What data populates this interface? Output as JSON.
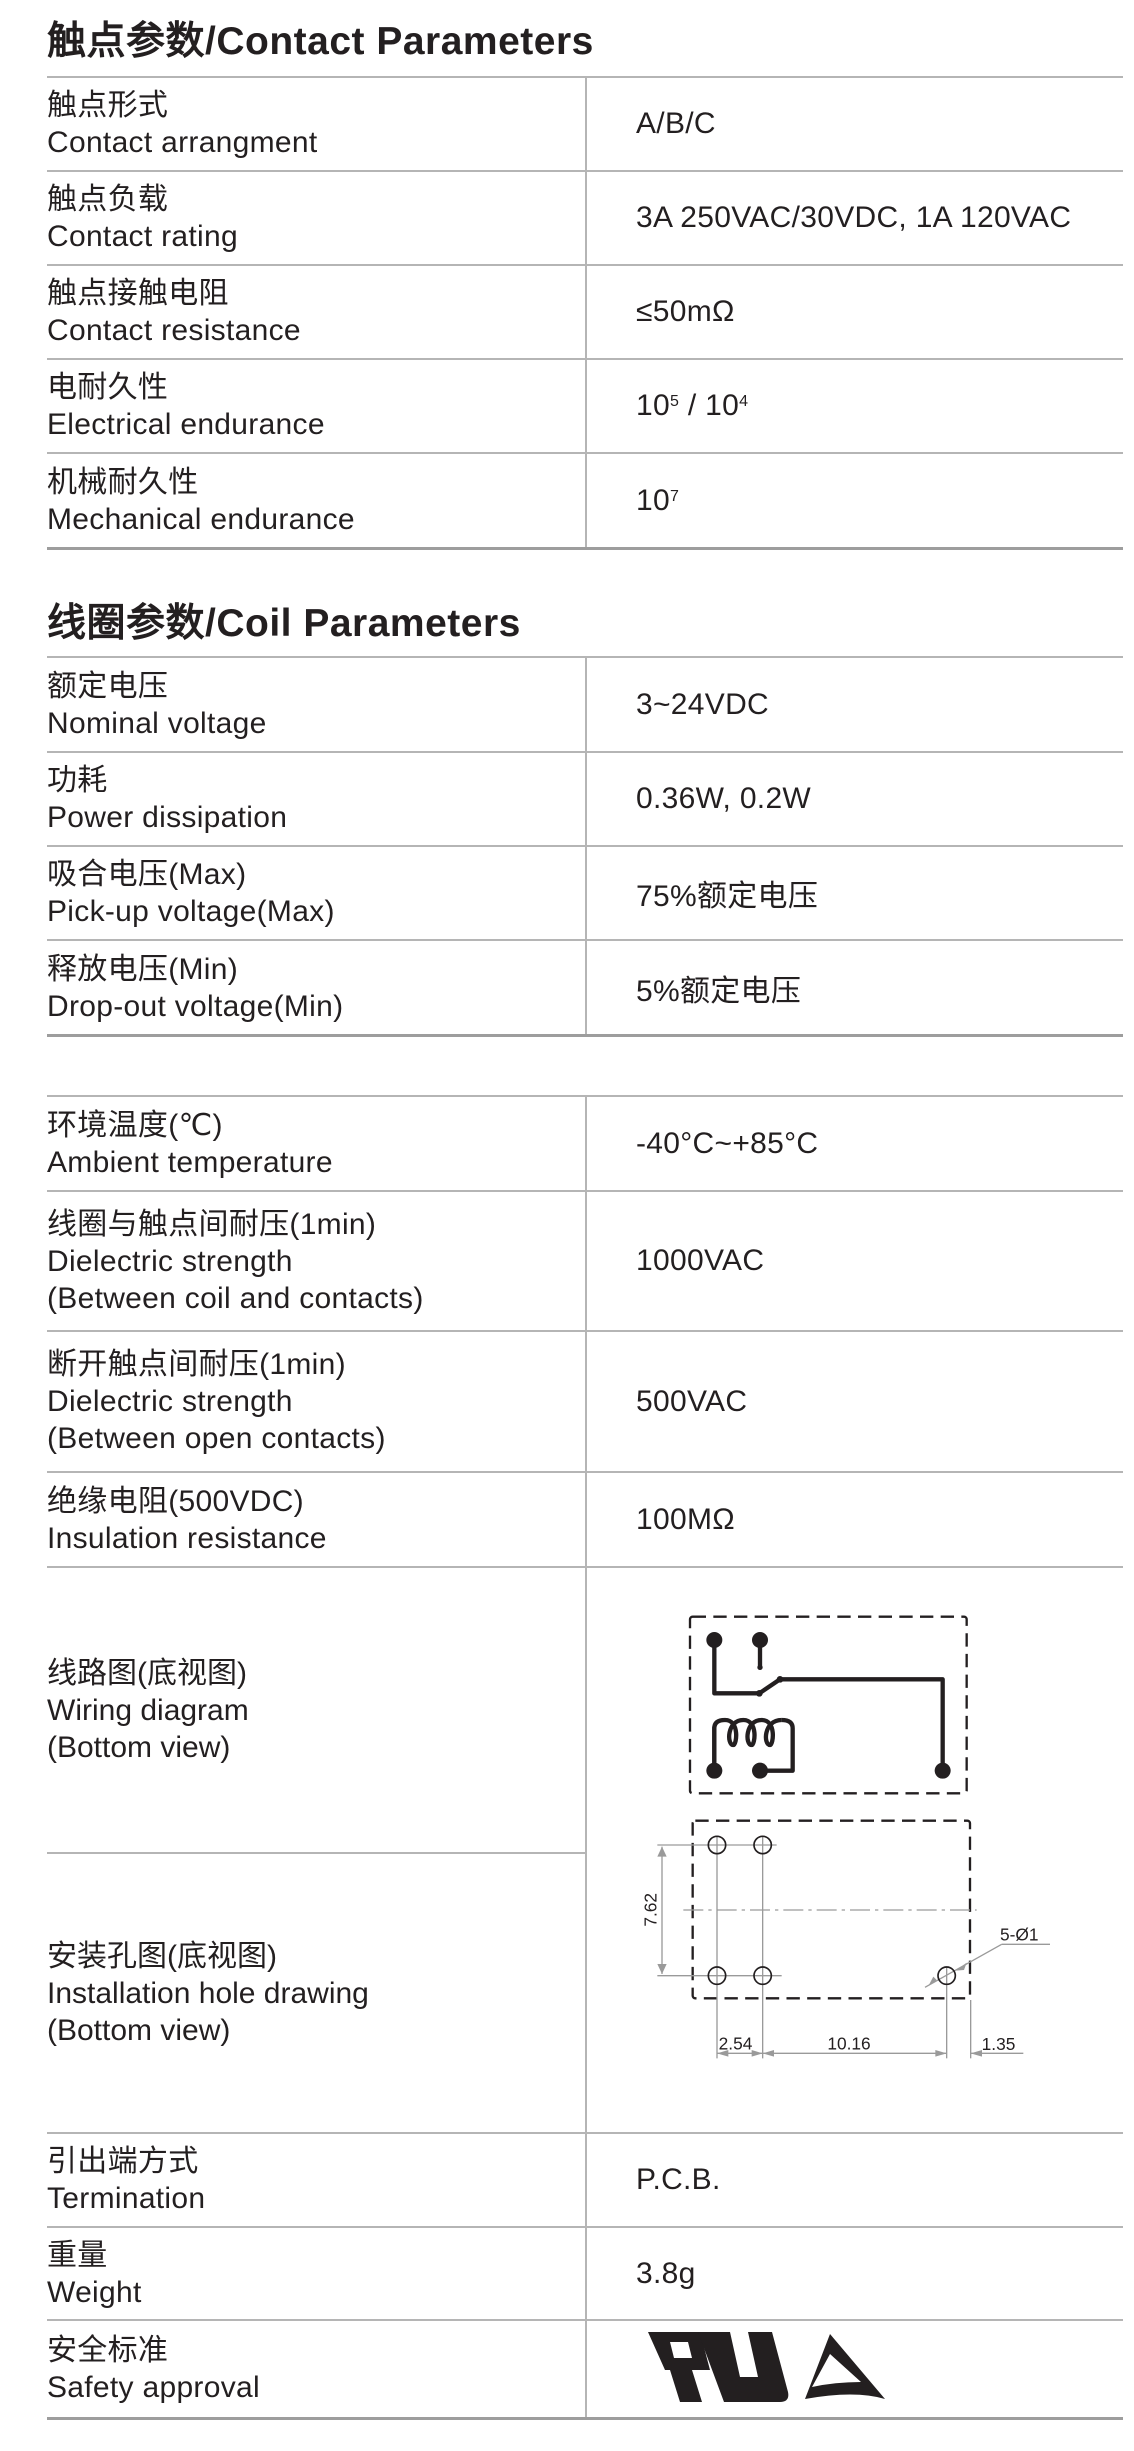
{
  "contact": {
    "title": "触点参数/Contact Parameters",
    "rows": [
      {
        "cn": "触点形式",
        "en": "Contact arrangment",
        "value": "A/B/C"
      },
      {
        "cn": "触点负载",
        "en": "Contact rating",
        "value": "3A 250VAC/30VDC, 1A 120VAC"
      },
      {
        "cn": "触点接触电阻",
        "en": "Contact resistance",
        "value": "≤50mΩ"
      },
      {
        "cn": "电耐久性",
        "en": "Electrical endurance",
        "value_base1": "10",
        "value_exp1": "5",
        "value_sep": " / ",
        "value_base2": "10",
        "value_exp2": "4"
      },
      {
        "cn": "机械耐久性",
        "en": "Mechanical endurance",
        "value_base": "10",
        "value_exp": "7"
      }
    ]
  },
  "coil": {
    "title": "线圈参数/Coil Parameters",
    "rows": [
      {
        "cn": "额定电压",
        "en": "Nominal voltage",
        "value": "3~24VDC"
      },
      {
        "cn": "功耗",
        "en": "Power dissipation",
        "value": "0.36W, 0.2W"
      },
      {
        "cn": "吸合电压(Max)",
        "en": "Pick-up voltage(Max)",
        "value": "75%额定电压"
      },
      {
        "cn": "释放电压(Min)",
        "en": "Drop-out voltage(Min)",
        "value": "5%额定电压"
      }
    ]
  },
  "general": {
    "rows": [
      {
        "cn": "环境温度(℃)",
        "en": "Ambient temperature",
        "value": "-40°C~+85°C"
      },
      {
        "cn": "线圈与触点间耐压(1min)",
        "en": "Dielectric strength",
        "en2": "(Between coil and contacts)",
        "value": "1000VAC"
      },
      {
        "cn": "断开触点间耐压(1min)",
        "en": "Dielectric strength",
        "en2": "(Between open contacts)",
        "value": "500VAC"
      },
      {
        "cn": "绝缘电阻(500VDC)",
        "en": "Insulation resistance",
        "value": "100MΩ"
      }
    ],
    "wiring": {
      "cn": "线路图(底视图)",
      "en": "Wiring diagram",
      "en2": "(Bottom view)"
    },
    "hole": {
      "cn": "安装孔图(底视图)",
      "en": "Installation hole drawing",
      "en2": "(Bottom view)",
      "dims": {
        "vertical": "7.62",
        "pitch": "2.54",
        "span": "10.16",
        "edge": "1.35",
        "holes": "5-Ø1"
      }
    },
    "rows2": [
      {
        "cn": "引出端方式",
        "en": "Termination",
        "value": "P.C.B."
      },
      {
        "cn": "重量",
        "en": "Weight",
        "value": "3.8g"
      }
    ],
    "safety": {
      "cn": "安全标准",
      "en": "Safety approval",
      "logos": [
        "UL",
        "TÜV"
      ]
    }
  }
}
